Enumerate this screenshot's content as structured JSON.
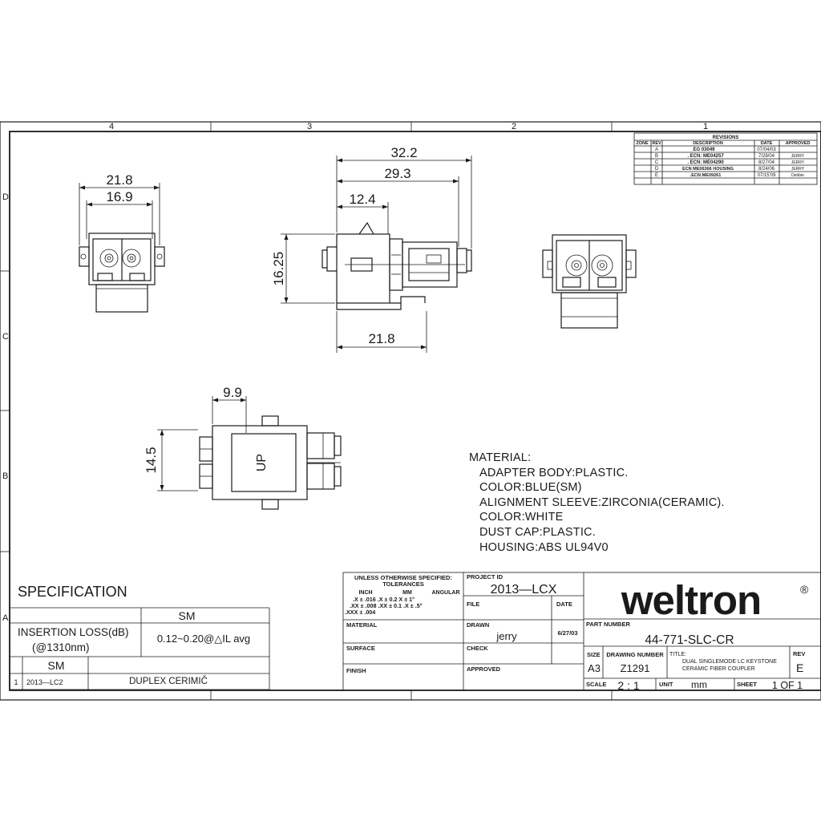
{
  "border": {
    "columns": [
      "4",
      "3",
      "2",
      "1"
    ],
    "rows": [
      "D",
      "C",
      "B",
      "A"
    ]
  },
  "revisions": {
    "title": "REVISIONS",
    "headers": [
      "ZONE",
      "REV",
      "DESCRIPTION",
      "DATE",
      "APPROVED"
    ],
    "rows": [
      {
        "zone": "",
        "rev": "A",
        "description": "EG 03049",
        "date": "07/04/03",
        "approved": ""
      },
      {
        "zone": "",
        "rev": "B",
        "description": ". ECN: ME04257",
        "date": "7/28/04",
        "approved": "JERRY"
      },
      {
        "zone": "",
        "rev": "C",
        "description": ". ECN: ME04290",
        "date": "8/27/04",
        "approved": "JERRY"
      },
      {
        "zone": "",
        "rev": "D",
        "description": "ECN  ME06366      HOUSING",
        "date": "8/24/06",
        "approved": "JERRY"
      },
      {
        "zone": "",
        "rev": "E",
        "description": ".ECN:ME09261",
        "date": "07/15'09",
        "approved": "Debbie"
      }
    ]
  },
  "dimensions": {
    "front_width_outer": "21.8",
    "front_width_inner": "16.9",
    "side_length_overall": "32.2",
    "side_length_mid": "29.3",
    "side_length_short": "12.4",
    "side_height": "16.25",
    "side_body_length": "21.8",
    "top_width": "9.9",
    "top_height": "14.5",
    "top_label": "UP"
  },
  "material_notes": [
    "MATERIAL:",
    "ADAPTER  BODY:PLASTIC.",
    "COLOR:BLUE(SM)",
    "ALIGNMENT  SLEEVE:ZIRCONIA(CERAMIC).",
    "COLOR:WHITE",
    "DUST  CAP:PLASTIC.",
    "HOUSING:ABS  UL94V0"
  ],
  "specification": {
    "title": "SPECIFICATION",
    "col_header": "SM",
    "param_label_1": "INSERTION  LOSS(dB)",
    "param_label_2": "(@1310nm)",
    "param_value": "0.12~0.20@△IL  avg",
    "sub_header": "SM",
    "row_index": "1",
    "row_part": "2013—LC2",
    "row_desc": "DUPLEX CERIMIČ"
  },
  "title_block": {
    "tol_title_1": "UNLESS  OTHERWISE  SPECIFIED:",
    "tol_title_2": "TOLERANCES",
    "tol_inch": "INCH",
    "tol_mm": "MM",
    "tol_angular": "ANGULAR",
    "tol_row_1": ".X  ±  .016   .X  ±  0.2     X  ±  1°",
    "tol_row_2": ".XX  ±  .008  .XX  ±  0.1    .X  ±  .5°",
    "tol_row_3": ".XXX  ±  .004",
    "project_id_label": "PROJECT ID",
    "project_id": "2013—LCX",
    "file_label": "FILE",
    "date_label": "DATE",
    "material_label": "MATERIAL",
    "drawn_label": "DRAWN",
    "drawn_by": "jerry",
    "drawn_date": "6/27/03",
    "surface_label": "SURFACE",
    "check_label": "CHECK",
    "finish_label": "FINISH",
    "approved_label": "APPROVED",
    "company": "weltron",
    "registered": "®",
    "part_number_label": "PART NUMBER",
    "part_number": "44-771-SLC-CR",
    "size_label": "SIZE",
    "size": "A3",
    "drawing_number_label": "DRAWING NUMBER",
    "drawing_number": "Z1291",
    "title_label": "TITLE:",
    "title_line_1": "DUAL SINGLEMODE LC KEYSTONE",
    "title_line_2": "CERAMIC FIBER COUPLER",
    "rev_label": "REV",
    "rev": "E",
    "scale_label": "SCALE",
    "scale": "2  :  1",
    "unit_label": "UNIT",
    "unit": "mm",
    "sheet_label": "SHEET",
    "sheet": "1  OF  1"
  }
}
